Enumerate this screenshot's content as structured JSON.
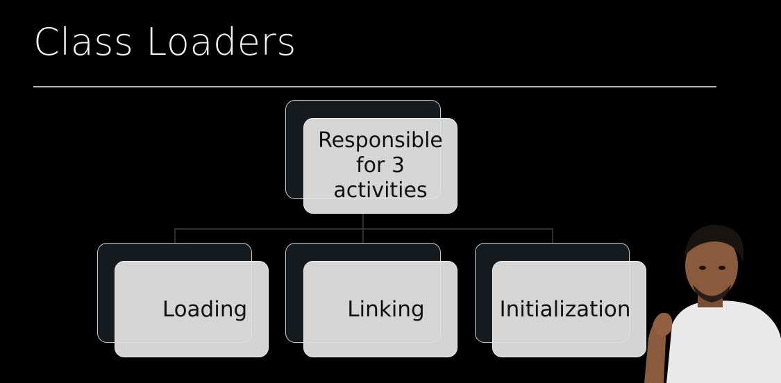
{
  "slide": {
    "title": "Class Loaders"
  },
  "diagram": {
    "root": {
      "lines": [
        "Responsible",
        "for 3",
        "activities"
      ]
    },
    "children": [
      {
        "label": "Loading"
      },
      {
        "label": "Linking"
      },
      {
        "label": "Initialization"
      }
    ]
  },
  "colors": {
    "background": "#000000",
    "card_back": "#141a1e",
    "card_front": "#e1e1e1",
    "text": "#f2f2f2"
  },
  "presenter": {
    "icon": "presenter-video-overlay"
  }
}
